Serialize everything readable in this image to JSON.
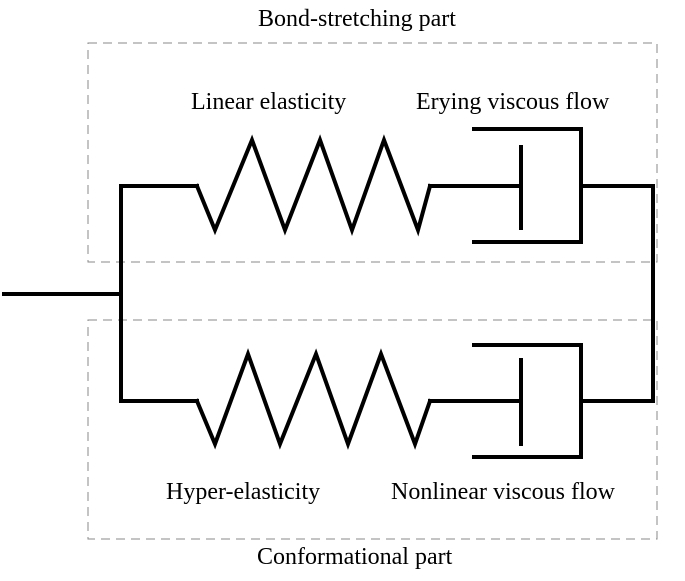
{
  "top_region": {
    "title": "Bond-stretching part",
    "spring_label": "Linear elasticity",
    "dashpot_label": "Erying viscous flow"
  },
  "bottom_region": {
    "title": "Conformational part",
    "spring_label": "Hyper-elasticity",
    "dashpot_label": "Nonlinear viscous flow"
  },
  "colors": {
    "line": "#000000",
    "region_border": "#8a8a8a",
    "background": "#ffffff"
  }
}
